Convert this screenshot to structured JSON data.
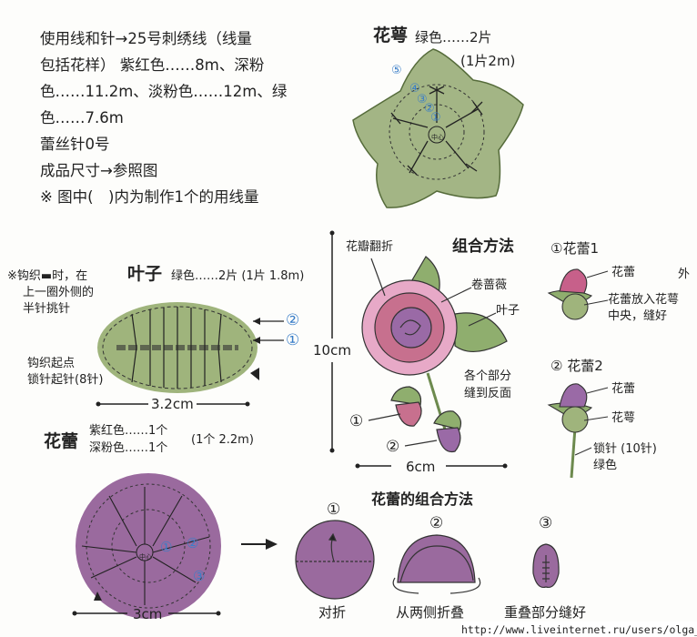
{
  "intro": {
    "lines": [
      "使用线和针→25号刺绣线（线量",
      "包括花样） 紫红色……8m、深粉",
      "色……11.2m、淡粉色……12m、绿",
      "色……7.6m",
      "蕾丝针0号",
      "成品尺寸→参照图",
      "※ 图中(　)内为制作1个的用线量"
    ]
  },
  "calyx": {
    "title": "花萼",
    "spec": "绿色……2片",
    "amount": "(1片2m)",
    "rounds": [
      "⑤",
      "④",
      "③",
      "②",
      "①"
    ],
    "center": "中心"
  },
  "leaf": {
    "note": [
      "※钩织▬时，在",
      "上一圈外侧的",
      "半针挑针"
    ],
    "title": "叶子",
    "spec": "绿色……2片 (1片 1.8m)",
    "rounds": [
      "②",
      "①"
    ],
    "start": [
      "钩织起点",
      "锁针起针(8针)"
    ],
    "width": "3.2cm"
  },
  "height_dim": "10cm",
  "assembly": {
    "title": "组合方法",
    "labels": {
      "petal_fold": "花瓣翻折",
      "rose": "卷蔷薇",
      "leaf": "叶子",
      "sew": [
        "各个部分",
        "缝到反面"
      ]
    },
    "markers": [
      "①",
      "②"
    ],
    "width": "6cm"
  },
  "bud1": {
    "title": "①花蕾1",
    "bud": "花蕾",
    "outer": "外",
    "note": [
      "花蕾放入花萼",
      "中央，缝好"
    ]
  },
  "bud2": {
    "title": "② 花蕾2",
    "bud": "花蕾",
    "calyx": "花萼",
    "stem": [
      "锁针 (10针)",
      "绿色"
    ]
  },
  "bud": {
    "title": "花蕾",
    "spec1": "紫红色……1个",
    "spec2": "深粉色……1个",
    "amount": "(1个 2.2m)",
    "center": "中心",
    "rounds": [
      "①",
      "②",
      "③"
    ],
    "width": "3cm"
  },
  "bud_assembly": {
    "title": "花蕾的组合方法",
    "steps": [
      {
        "num": "①",
        "label": "对折"
      },
      {
        "num": "②",
        "label": "从两侧折叠"
      },
      {
        "num": "③",
        "label": "重叠部分缝好"
      }
    ]
  },
  "watermark": "http://www.liveinternet.ru/users/olga_san/",
  "colors": {
    "green": "#9caf78",
    "purple": "#9a6a9e",
    "pink": "#e2a6c6",
    "rose": "#c7708e",
    "blue": "#3a7ec8"
  }
}
